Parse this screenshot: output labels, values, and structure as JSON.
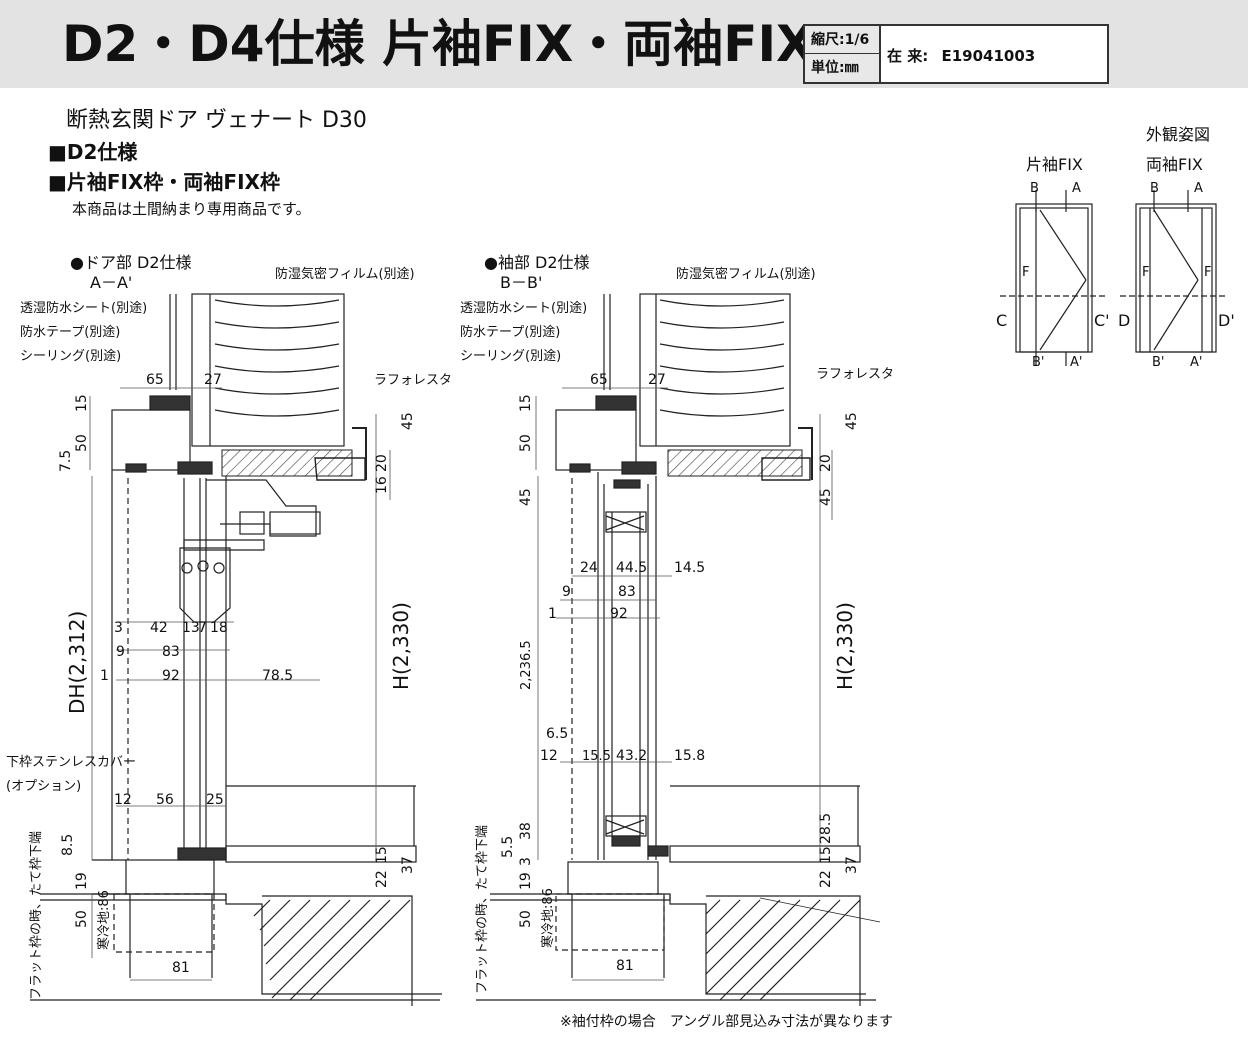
{
  "header": {
    "title": "D2・D4仕様 片袖FIX・両袖FIX",
    "scale_label": "縮尺:1/6",
    "unit_label": "単位:㎜",
    "stock_label": "在 来:",
    "code": "E19041003"
  },
  "intro": {
    "product_name": "断熱玄関ドア ヴェナート D30",
    "spec_heading": "■D2仕様",
    "frame_heading": "■片袖FIX枠・両袖FIX枠",
    "note": "本商品は土間納まり専用商品です。"
  },
  "elevation": {
    "title": "外観姿図",
    "left_label": "片袖FIX",
    "right_label": "両袖FIX",
    "marks": {
      "b": "B",
      "a": "A",
      "b2": "B'",
      "a2": "A'",
      "c": "C",
      "c2": "C'",
      "d": "D",
      "d2": "D'",
      "f": "F"
    }
  },
  "door_section": {
    "title": "●ドア部 D2仕様",
    "section": "A－A'",
    "labels": {
      "film": "防湿気密フィルム(別途)",
      "sheet": "透湿防水シート(別途)",
      "tape": "防水テープ(別途)",
      "sealing": "シーリング(別途)",
      "lath": "ラフォレスタ",
      "cover": "下枠ステンレスカバー",
      "option": "(オプション)",
      "flat": "フラット枠の時、たて枠下端",
      "cold": "寒冷地:86"
    },
    "dims": {
      "d65": "65",
      "d27": "27",
      "d15": "15",
      "d50": "50",
      "d7_5": "7.5",
      "d45": "45",
      "d20": "20",
      "d16": "16",
      "dh": "DH(2,312)",
      "h": "H(2,330)",
      "d3": "3",
      "d42": "42",
      "d13": "13",
      "d7": "7",
      "d18": "18",
      "d9": "9",
      "d83": "83",
      "d1": "1",
      "d92": "92",
      "d78_5": "78.5",
      "d12": "12",
      "d56": "56",
      "d25": "25",
      "d8_5": "8.5",
      "d19": "19",
      "d50b": "50",
      "d22": "22",
      "d15b": "15",
      "d37": "37",
      "d81": "81"
    }
  },
  "sleeve_section": {
    "title": "●袖部 D2仕様",
    "section": "B－B'",
    "labels": {
      "film": "防湿気密フィルム(別途)",
      "sheet": "透湿防水シート(別途)",
      "tape": "防水テープ(別途)",
      "sealing": "シーリング(別途)",
      "lath": "ラフォレスタ",
      "flat": "フラット枠の時、たて枠下端",
      "cold": "寒冷地:86"
    },
    "dims": {
      "d65": "65",
      "d27": "27",
      "d15": "15",
      "d50": "50",
      "d45": "45",
      "d45r": "45",
      "d20": "20",
      "d45c": "45",
      "d24": "24",
      "d44_5": "44.5",
      "d14_5": "14.5",
      "d9": "9",
      "d83": "83",
      "d1": "1",
      "d92": "92",
      "d2236": "2,236.5",
      "h": "H(2,330)",
      "d6_5": "6.5",
      "d12": "12",
      "d15_5": "15.5",
      "d43_2": "43.2",
      "d15_8": "15.8",
      "d38": "38",
      "d5_5": "5.5",
      "d3": "3",
      "d19": "19",
      "d50b": "50",
      "d28_5": "28.5",
      "d15b": "15",
      "d22": "22",
      "d37": "37",
      "d81": "81"
    }
  },
  "footnote": "※袖付枠の場合　アングル部見込み寸法が異なります"
}
